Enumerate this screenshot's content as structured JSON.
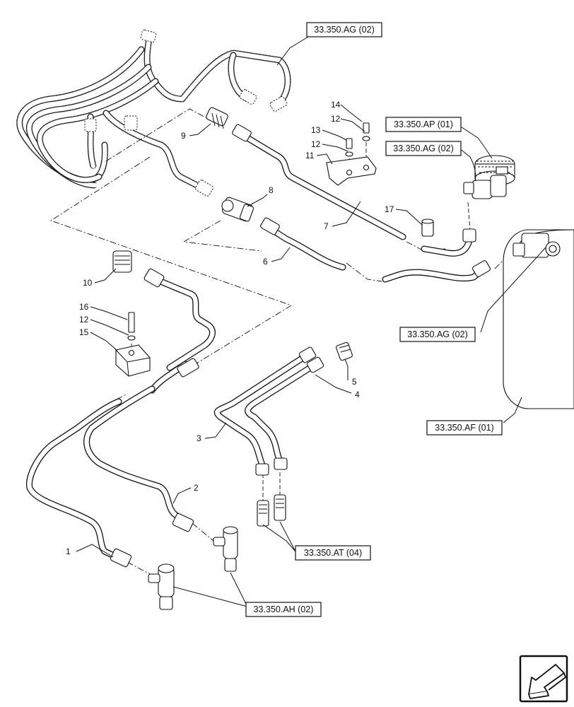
{
  "references": [
    {
      "id": "ref-ag-top",
      "label": "33.350.AG (02)"
    },
    {
      "id": "ref-ap",
      "label": "33.350.AP (01)"
    },
    {
      "id": "ref-ag-mid",
      "label": "33.350.AG (02)"
    },
    {
      "id": "ref-ag-right",
      "label": "33.350.AG (02)"
    },
    {
      "id": "ref-af",
      "label": "33.350.AF (01)"
    },
    {
      "id": "ref-at",
      "label": "33.350.AT (04)"
    },
    {
      "id": "ref-ah",
      "label": "33.350.AH (02)"
    }
  ],
  "part_numbers": {
    "p1": "1",
    "p2": "2",
    "p3": "3",
    "p4": "4",
    "p5": "5",
    "p6": "6",
    "p7": "7",
    "p8": "8",
    "p9": "9",
    "p10": "10",
    "p11": "11",
    "p12a": "12",
    "p12b": "12",
    "p12c": "12",
    "p13": "13",
    "p14": "14",
    "p15": "15",
    "p16": "16",
    "p17": "17"
  },
  "nav_icon": "previous-arrow-icon"
}
